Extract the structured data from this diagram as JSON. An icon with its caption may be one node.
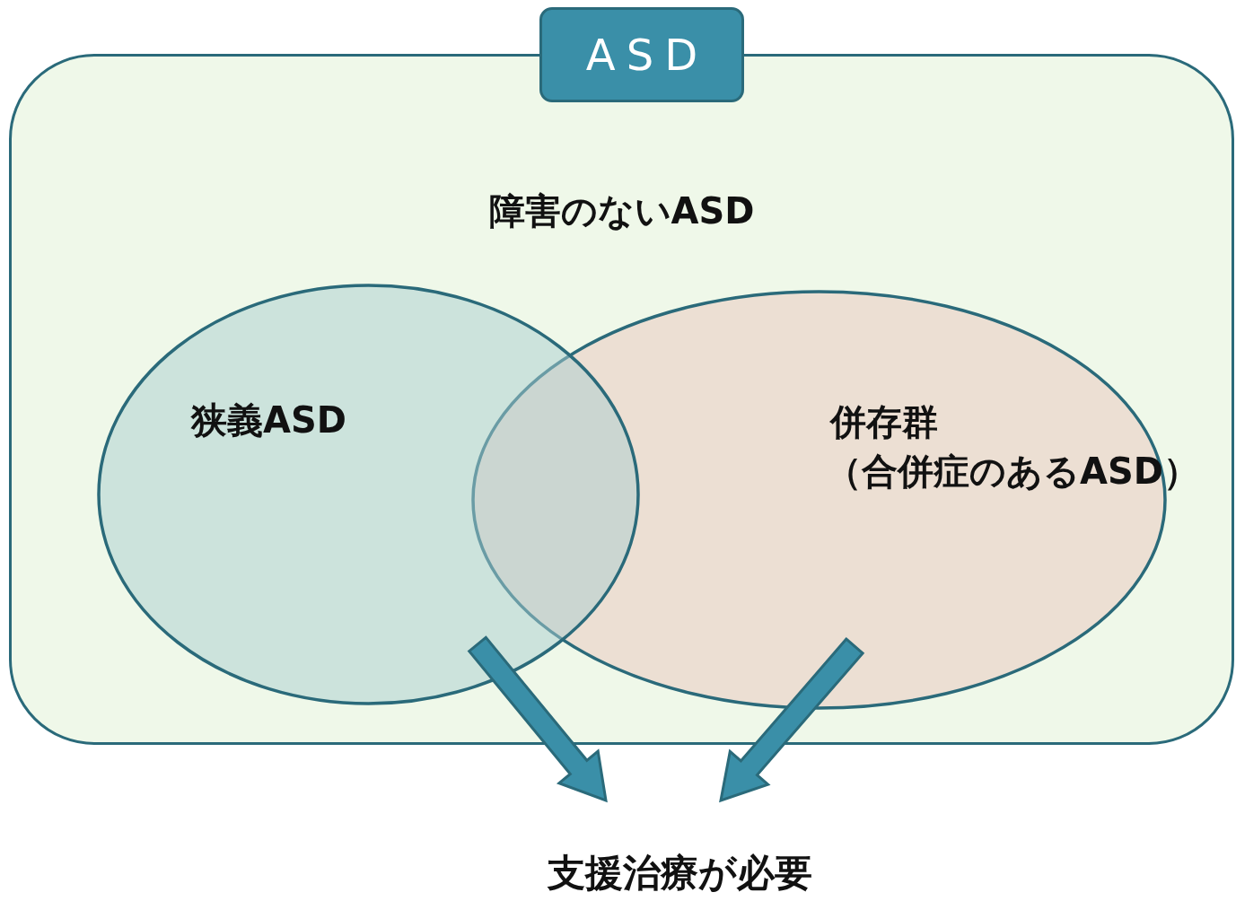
{
  "diagram": {
    "nodes": [
      {
        "text": [
          "ASD",
          "障害のないASD"
        ]
      },
      {
        "text": [
          "狭義ASD"
        ],
        "in": 0
      },
      {
        "text": [
          "併存群",
          "（合併症のあるASD）"
        ],
        "in": 0
      },
      {
        "text": [
          "支援治療が必要"
        ]
      }
    ],
    "edges": [
      {
        "from": 1,
        "to": 3,
        "arrow": "to",
        "style": "thick"
      },
      {
        "from": 2,
        "to": 3,
        "arrow": "to",
        "style": "thick"
      }
    ]
  }
}
